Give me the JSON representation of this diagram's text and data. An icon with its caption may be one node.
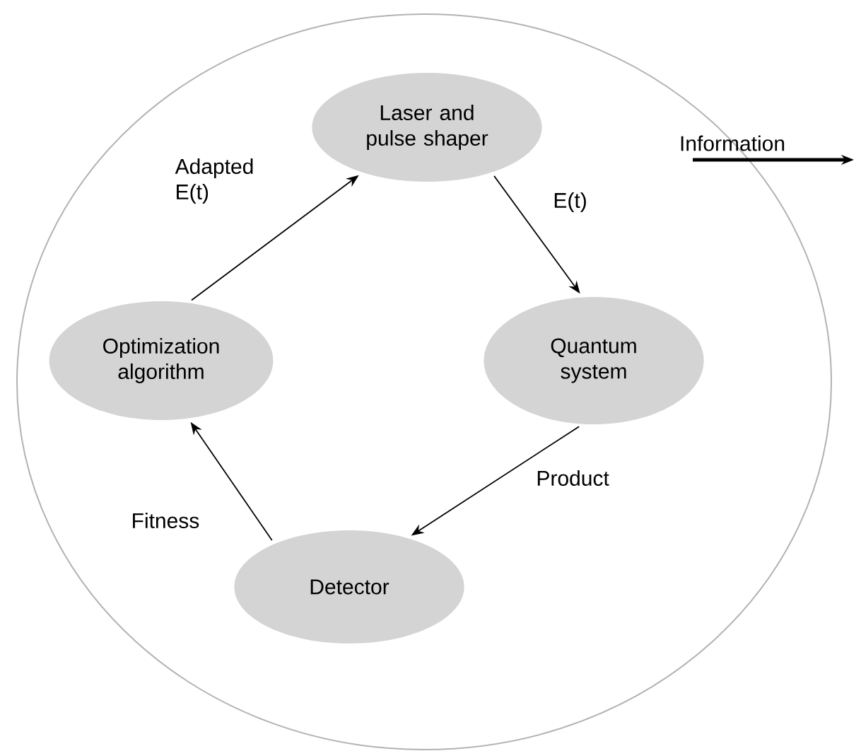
{
  "diagram": {
    "nodes": [
      {
        "text": [],
        "shape": "circle"
      },
      {
        "text": [
          "Laser and pulse shaper"
        ],
        "in": 0
      },
      {
        "text": [
          "Quantum system"
        ],
        "in": 0
      },
      {
        "text": [
          "Detector"
        ],
        "in": 0
      },
      {
        "text": [
          "Optimization algorithm"
        ],
        "in": 0
      }
    ],
    "edges": [
      {
        "from": 1,
        "to": 2,
        "arrow": "to",
        "label": "E(t)"
      },
      {
        "from": 2,
        "to": 3,
        "arrow": "to",
        "label": "Product"
      },
      {
        "from": 3,
        "to": 4,
        "arrow": "to",
        "label": "Fitness"
      },
      {
        "from": 4,
        "to": 1,
        "arrow": "to",
        "label": "Adapted E(t)"
      },
      {
        "from": 0,
        "to": null,
        "arrow": "to",
        "label": "Information",
        "style": "thick"
      }
    ]
  }
}
